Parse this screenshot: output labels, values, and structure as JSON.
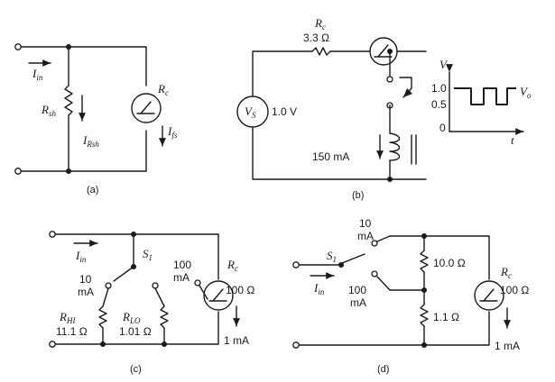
{
  "a": {
    "caption": "(a)",
    "iin": "I",
    "iin_sub": "in",
    "rsh": "R",
    "rsh_sub": "sh",
    "irsh": "I",
    "irsh_sub": "Rsh",
    "rc": "R",
    "rc_sub": "c",
    "ifs": "I",
    "ifs_sub": "fs"
  },
  "b": {
    "caption": "(b)",
    "rc": "R",
    "rc_sub": "c",
    "rc_val": "3.3 Ω",
    "vs": "V",
    "vs_sub": "S",
    "vs_val": "1.0 V",
    "coil_current": "150 mA",
    "axis_v": "V",
    "axis_t": "t",
    "tick_hi": "1.0",
    "tick_mid": "0.5",
    "tick_lo": "0",
    "vo": "V",
    "vo_sub": "o"
  },
  "c": {
    "caption": "(c)",
    "iin": "I",
    "iin_sub": "in",
    "s1": "S",
    "s1_sub": "1",
    "pos10_a": "10",
    "pos10_b": "mA",
    "pos100_a": "100",
    "pos100_b": "mA",
    "rhi": "R",
    "rhi_sub": "HI",
    "rhi_val": "11.1 Ω",
    "rlo": "R",
    "rlo_sub": "LO",
    "rlo_val": "1.01 Ω",
    "rc": "R",
    "rc_sub": "c",
    "rc_val": "100 Ω",
    "meter_current": "1 mA"
  },
  "d": {
    "caption": "(d)",
    "iin": "I",
    "iin_sub": "in",
    "s1": "S",
    "s1_sub": "1",
    "pos10_a": "10",
    "pos10_b": "mA",
    "pos100_a": "100",
    "pos100_b": "mA",
    "r1_val": "10.0 Ω",
    "r2_val": "1.1 Ω",
    "rc": "R",
    "rc_sub": "c",
    "rc_val": "100 Ω",
    "meter_current": "1 mA"
  }
}
